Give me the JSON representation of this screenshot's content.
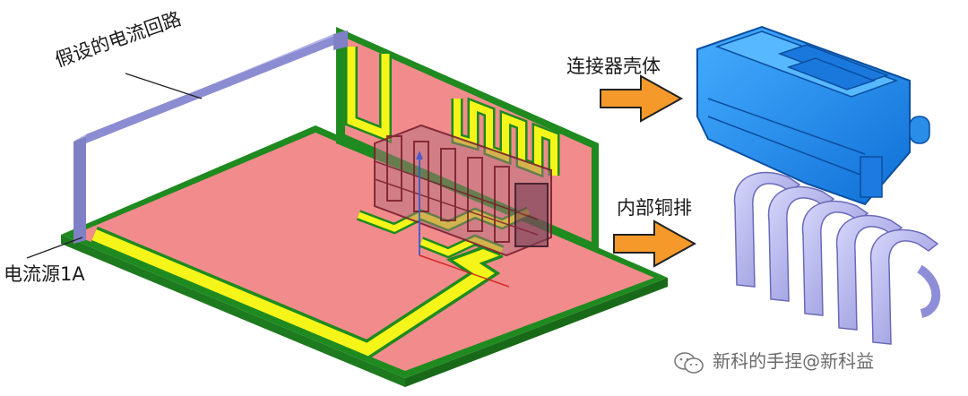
{
  "labels": {
    "assumed_current_loop": "假设的电流回路",
    "current_source": "电流源1A",
    "connector_housing": "连接器壳体",
    "internal_busbar": "内部铜排"
  },
  "watermark": {
    "text": "新科的手捏@新科益"
  },
  "colors": {
    "pcb_green": "#1f8a1f",
    "board_pink": "#f28c8c",
    "trace_yellow": "#f5f51a",
    "loop_lavender": "#9a9ad6",
    "housing_blue": "#1f8ff0",
    "busbar_lavender": "#b7b7f0",
    "arrow_orange": "#f59a2a",
    "connector_maroon": "#8a2a3a"
  }
}
